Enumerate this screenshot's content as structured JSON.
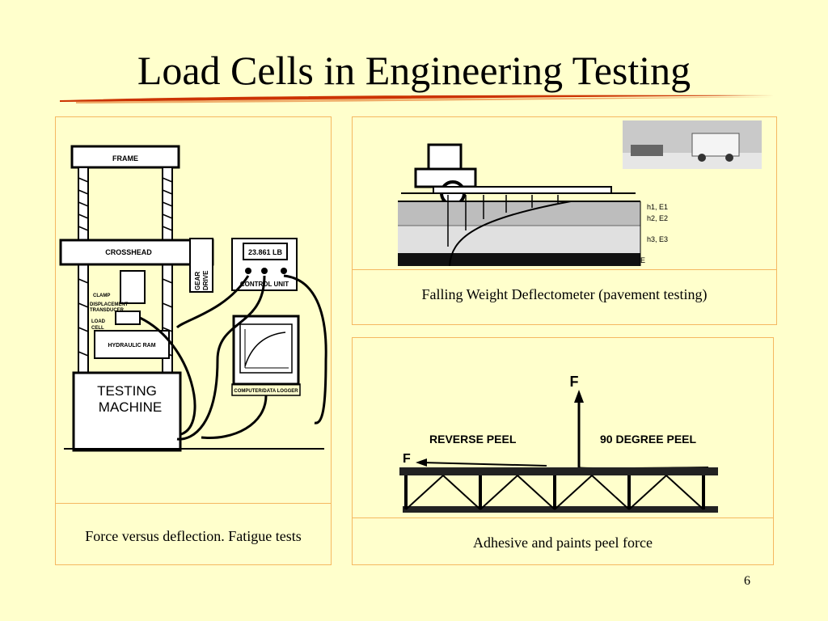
{
  "slide": {
    "title": "Load Cells in Engineering Testing",
    "page_number": "6"
  },
  "panels": {
    "testing_machine": {
      "caption": "Force versus deflection. Fatigue tests",
      "labels": {
        "frame": "FRAME",
        "crosshead": "CROSSHEAD",
        "gear": "GEAR",
        "drive": "DRIVE",
        "readout": "23.861  LB",
        "control_unit": "CONTROL UNIT",
        "clamp": "CLAMP",
        "displacement": "DISPLACEMENT",
        "transducer": "TRANSDUCER",
        "load": "LOAD",
        "cell": "CELL",
        "hydraulic_ram": "HYDRAULIC RAM",
        "testing": "TESTING",
        "machine": "MACHINE",
        "logger": "COMPUTER/DATA LOGGER"
      }
    },
    "deflectometer": {
      "caption": "Falling Weight Deflectometer (pavement testing)",
      "layers": [
        "h1, E1",
        "h2, E2",
        "h3, E3",
        "E"
      ]
    },
    "peel": {
      "caption": "Adhesive and paints peel force",
      "labels": {
        "force_top": "F",
        "force_left": "F",
        "reverse": "REVERSE PEEL",
        "ninety": "90 DEGREE PEEL"
      }
    }
  },
  "colors": {
    "background": "#ffffcc",
    "border": "#f5b860",
    "accent": "#cc3300"
  }
}
